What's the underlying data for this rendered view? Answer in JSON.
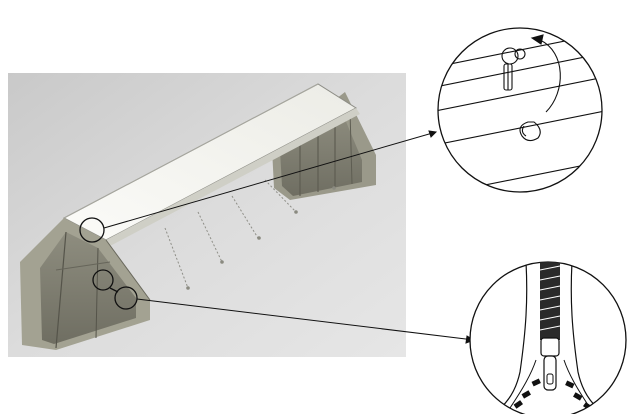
{
  "diagram": {
    "subject": "tent-assembly-illustration",
    "callouts": [
      {
        "name": "clip-fastener-detail",
        "target": "roof-edge"
      },
      {
        "name": "zipper-detail",
        "target": "end-wall-door"
      }
    ],
    "colors": {
      "render_background": "#d4d4d4",
      "roof": "#f3f3ef",
      "wall_shadow": "#7c7b6e",
      "wall": "#a3a292",
      "line": "#111111"
    }
  }
}
